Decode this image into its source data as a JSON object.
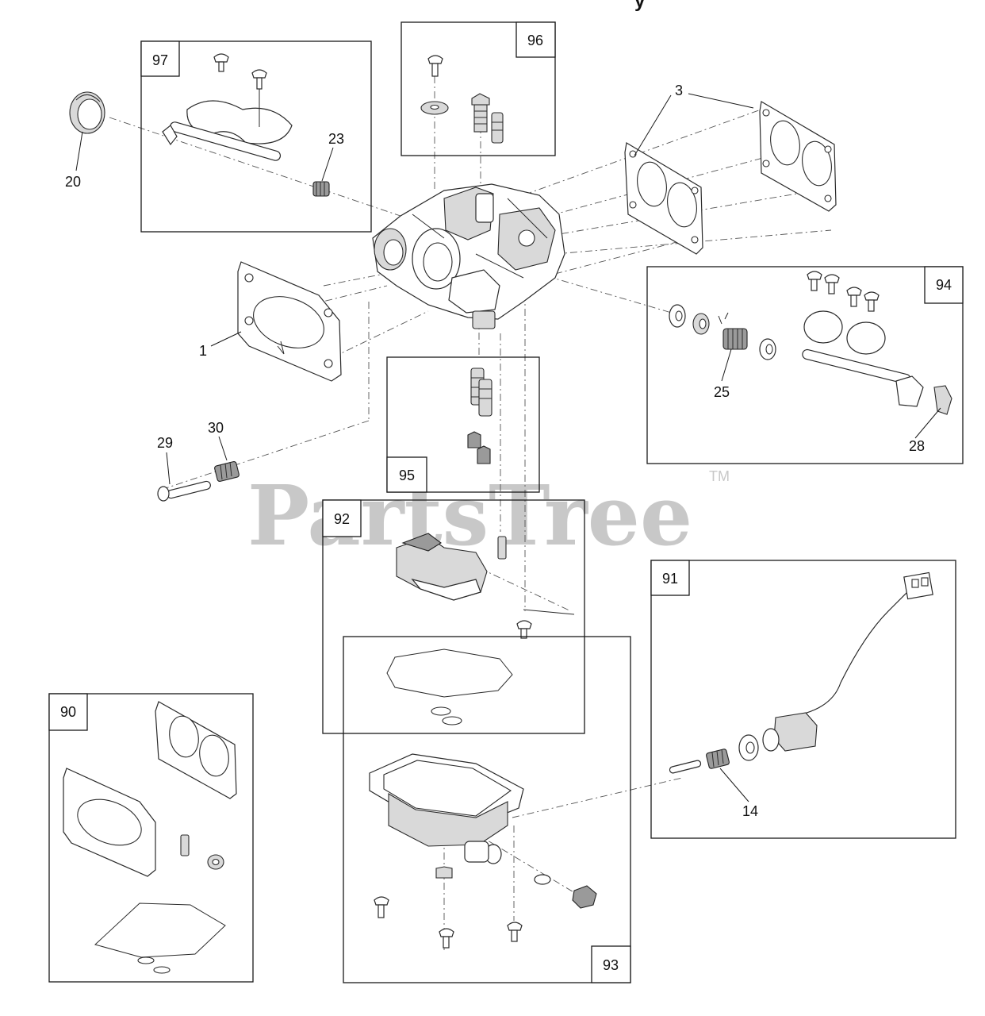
{
  "diagram": {
    "title_fragment": "y",
    "watermark": "PartsTree",
    "trademark": "TM",
    "kits": [
      "97",
      "96",
      "94",
      "95",
      "92",
      "91",
      "90",
      "93"
    ],
    "callouts": [
      "20",
      "23",
      "3",
      "1",
      "25",
      "28",
      "29",
      "30",
      "14"
    ]
  }
}
